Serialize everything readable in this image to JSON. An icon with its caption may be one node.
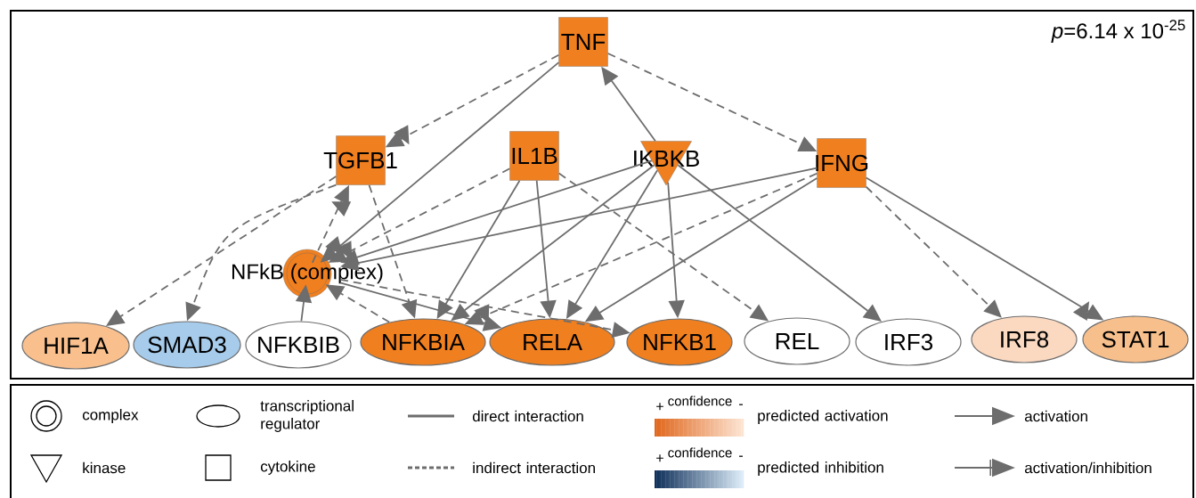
{
  "diagram": {
    "nodes": [
      {
        "text": [
          "TNF"
        ]
      },
      {
        "text": [
          "TGFB1"
        ]
      },
      {
        "text": [
          "IL1B"
        ]
      },
      {
        "text": [
          "IKBKB"
        ]
      },
      {
        "text": [
          "IFNG"
        ]
      },
      {
        "text": [
          "NFkB (complex)"
        ]
      },
      {
        "text": [
          "HIF1A"
        ]
      },
      {
        "text": [
          "SMAD3"
        ]
      },
      {
        "text": [
          "NFKBIB"
        ]
      },
      {
        "text": [
          "NFKBIA"
        ]
      },
      {
        "text": [
          "RELA"
        ]
      },
      {
        "text": [
          "NFKB1"
        ]
      },
      {
        "text": [
          "REL"
        ]
      },
      {
        "text": [
          "IRF3"
        ]
      },
      {
        "text": [
          "IRF8"
        ]
      },
      {
        "text": [
          "STAT1"
        ]
      }
    ],
    "edges": [
      {
        "from": 0,
        "to": 1,
        "arrow": "to",
        "style": "dashed"
      },
      {
        "from": 0,
        "to": 5,
        "arrow": "to"
      },
      {
        "from": 0,
        "to": 4,
        "arrow": "to",
        "style": "dashed"
      },
      {
        "from": 3,
        "to": 0,
        "arrow": "to"
      },
      {
        "from": 1,
        "to": 6,
        "arrow": "to",
        "style": "dashed"
      },
      {
        "from": 1,
        "to": 7,
        "arrow": "to",
        "style": "dashed"
      },
      {
        "from": 5,
        "to": 1,
        "arrow": "to",
        "style": "dashed"
      },
      {
        "from": 1,
        "to": 9,
        "arrow": "to",
        "style": "dashed"
      },
      {
        "from": 8,
        "to": 5,
        "arrow": "to"
      },
      {
        "from": 9,
        "to": 5,
        "arrow": "to",
        "style": "dashed"
      },
      {
        "from": 5,
        "to": 10,
        "arrow": "to"
      },
      {
        "from": 5,
        "to": 11,
        "arrow": "to",
        "style": "dashed"
      },
      {
        "from": 2,
        "to": 5,
        "arrow": "to",
        "style": "dashed"
      },
      {
        "from": 2,
        "to": 9,
        "arrow": "to"
      },
      {
        "from": 2,
        "to": 10,
        "arrow": "to"
      },
      {
        "from": 2,
        "to": 12,
        "arrow": "to",
        "style": "dashed"
      },
      {
        "from": 3,
        "to": 5,
        "arrow": "to"
      },
      {
        "from": 3,
        "to": 9,
        "arrow": "to"
      },
      {
        "from": 3,
        "to": 10,
        "arrow": "to"
      },
      {
        "from": 3,
        "to": 11,
        "arrow": "to"
      },
      {
        "from": 3,
        "to": 13,
        "arrow": "to"
      },
      {
        "from": 4,
        "to": 5,
        "arrow": "to"
      },
      {
        "from": 4,
        "to": 9,
        "arrow": "to",
        "style": "dashed"
      },
      {
        "from": 4,
        "to": 10,
        "arrow": "to"
      },
      {
        "from": 4,
        "to": 14,
        "arrow": "to",
        "style": "dashed"
      },
      {
        "from": 4,
        "to": 15,
        "arrow": "to"
      }
    ],
    "labels": [
      "*p*=6.14 x 10$^{-25}$",
      "+",
      "confidence",
      "-",
      "+",
      "confidence",
      "-"
    ],
    "legend": [
      {
        "text": "complex"
      },
      {
        "text": "transcriptional regulator"
      },
      {
        "text": "direct interaction"
      },
      {
        "text": "predicted activation"
      },
      {
        "text": "activation"
      },
      {
        "text": "kinase"
      },
      {
        "text": "cytokine"
      },
      {
        "text": "indirect interaction"
      },
      {
        "text": "predicted inhibition"
      },
      {
        "text": "activation/inhibition"
      }
    ]
  }
}
